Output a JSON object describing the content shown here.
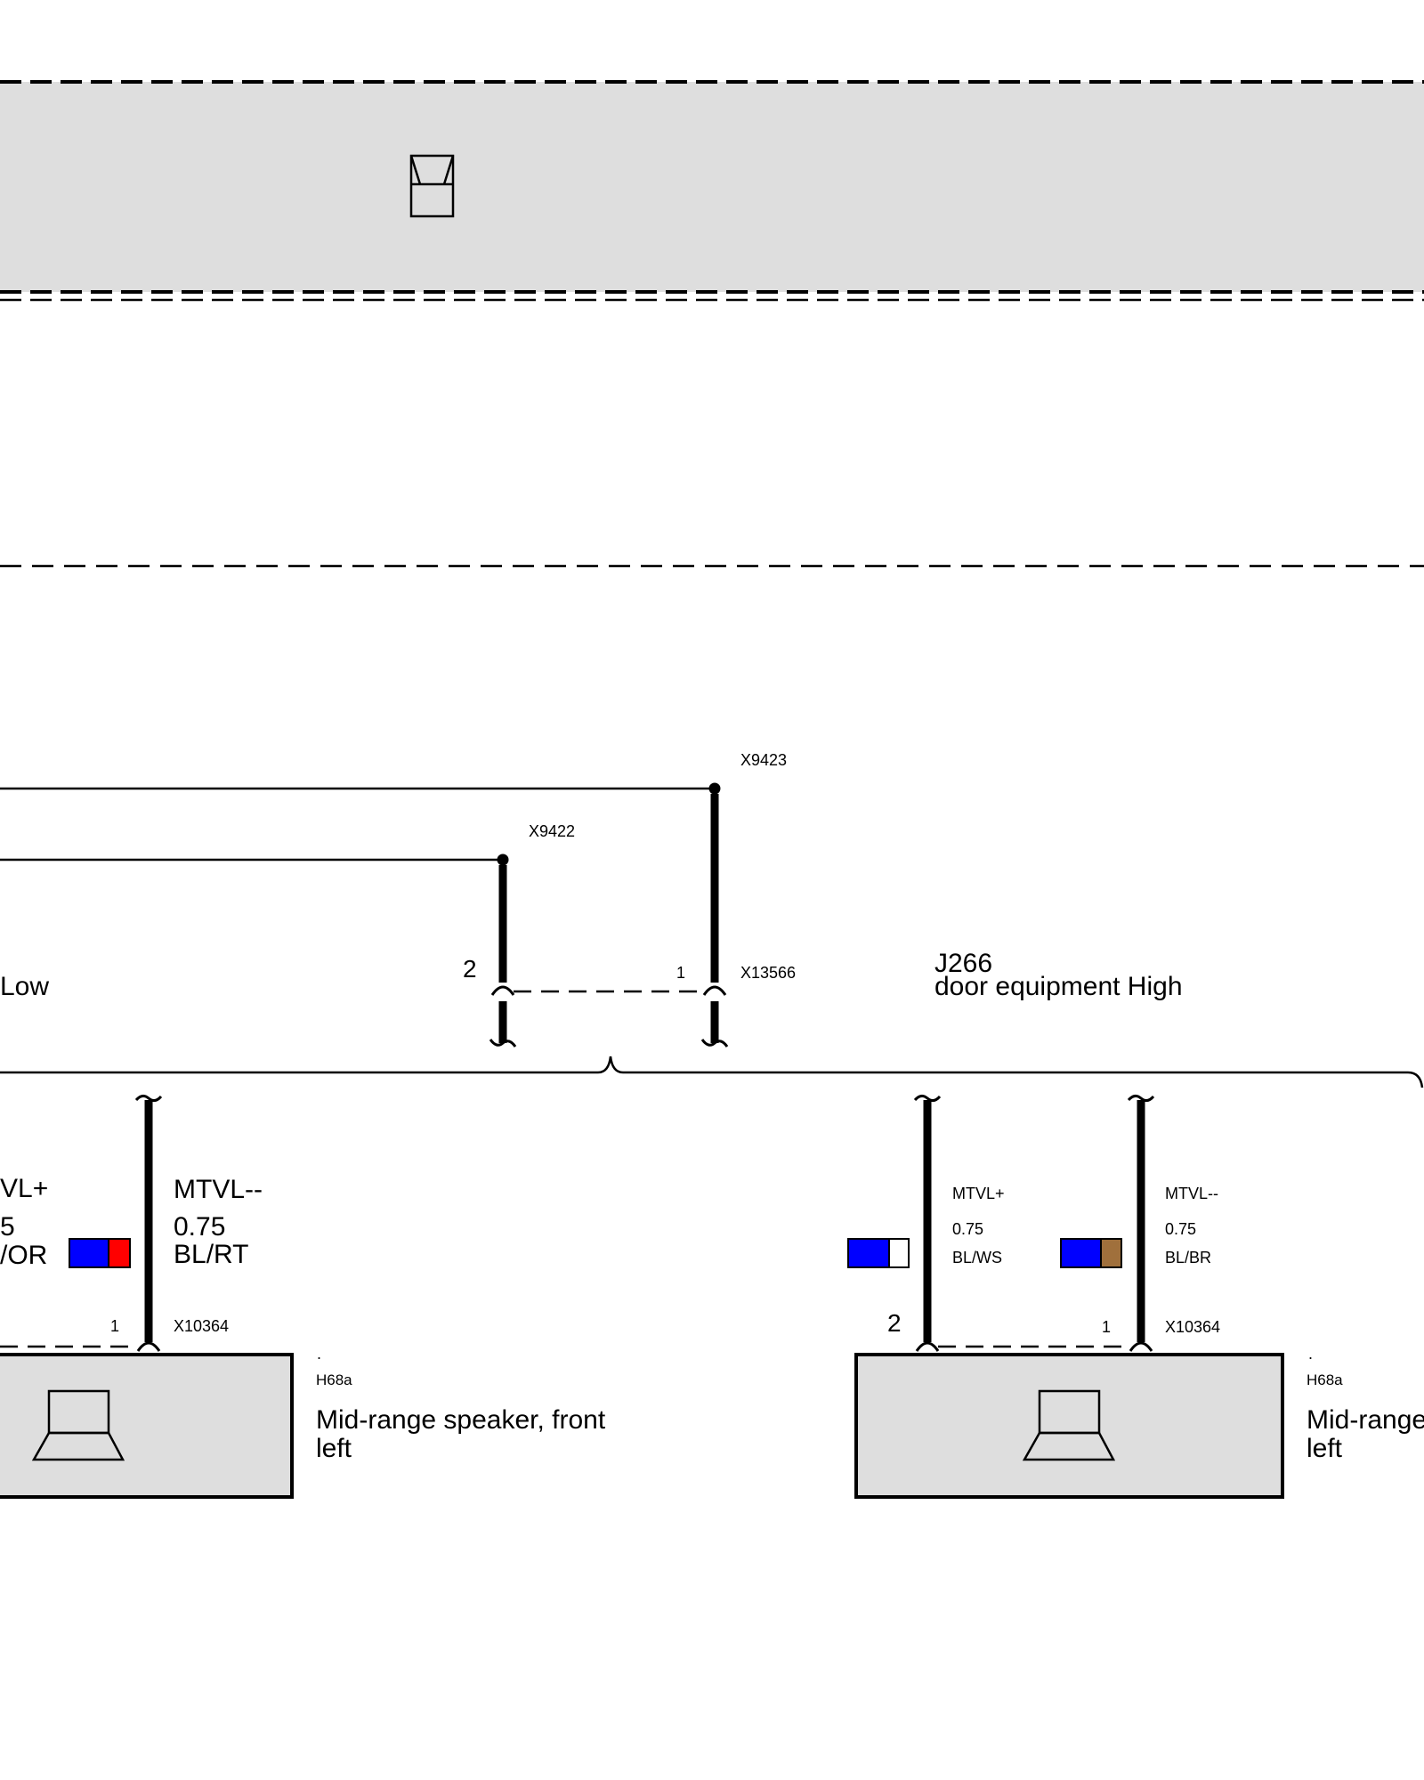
{
  "colors": {
    "grey_fill": "#dedede",
    "blue": "#0000ff",
    "red": "#ff0000",
    "white": "#ffffff",
    "brown": "#a0703c",
    "line": "#000000"
  },
  "top_module": {
    "icon": "connector-block-icon"
  },
  "splices": {
    "upper": {
      "id": "X9423"
    },
    "lower": {
      "id": "X9422"
    }
  },
  "j266_connector": {
    "id": "X13566",
    "pin_left": "2",
    "pin_right": "1",
    "module_id": "J266",
    "module_desc": "door equipment High",
    "cut_label": "Low"
  },
  "wires": {
    "left_pair": {
      "plus": {
        "signal": "VL+",
        "cross_section": "5",
        "color_code": "/OR"
      },
      "minus": {
        "signal": "MTVL--",
        "cross_section": "0.75",
        "color_code": "BL/RT"
      }
    },
    "right_pair": {
      "plus": {
        "signal": "MTVL+",
        "cross_section": "0.75",
        "color_code": "BL/WS"
      },
      "minus": {
        "signal": "MTVL--",
        "cross_section": "0.75",
        "color_code": "BL/BR"
      }
    }
  },
  "speakers": {
    "left": {
      "connector": "X10364",
      "pin": "1",
      "dot": ".",
      "id": "H68a",
      "name_line1": "Mid-range speaker, front",
      "name_line2": "left",
      "icon": "speaker-icon"
    },
    "right": {
      "connector": "X10364",
      "pin_plus": "2",
      "pin_minus": "1",
      "dot": ".",
      "id": "H68a",
      "name_line1": "Mid-range",
      "name_line2": "left",
      "icon": "speaker-icon"
    }
  }
}
